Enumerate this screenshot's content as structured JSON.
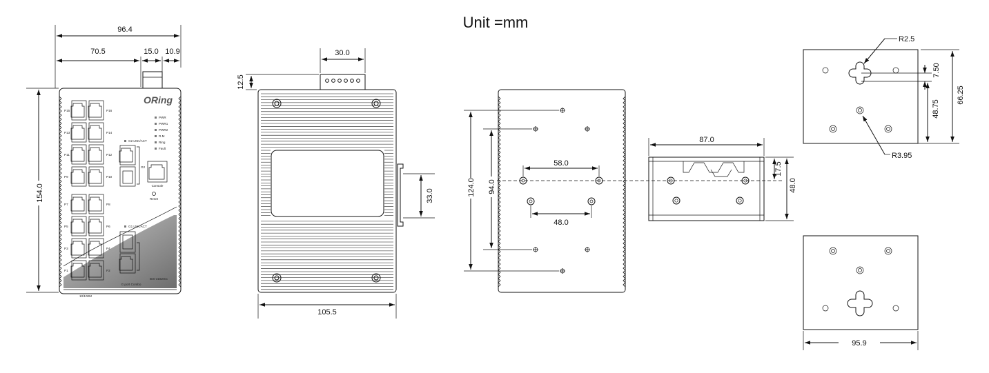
{
  "title": "Unit =mm",
  "front_view": {
    "dims": {
      "total_width": "96.4",
      "body_width": "70.5",
      "connector_width": "15.0",
      "connector_offset": "10.9",
      "height": "154.0"
    },
    "brand": "ORing",
    "model": "IES-3162GC",
    "ports_left": [
      "P15",
      "P13",
      "P11",
      "P9",
      "P7",
      "P5",
      "P3",
      "P1"
    ],
    "ports_right": [
      "P16",
      "P14",
      "P12",
      "P10",
      "P8",
      "P6",
      "P4",
      "P2"
    ],
    "leds": [
      "PWR",
      "PWR1",
      "PWR2",
      "R.M",
      "Ring",
      "Fault"
    ],
    "g_labels": [
      "G2 LNK/ACT",
      "G1 LNK/ACT"
    ],
    "g2_label": "G2",
    "console_label": "Console",
    "reset_label": "Reset",
    "speed_label": "10/100M",
    "combo_label": "G port Combo"
  },
  "side_view": {
    "dims": {
      "terminal_width": "30.0",
      "terminal_height": "12.5",
      "clip_height": "33.0",
      "width": "105.5"
    }
  },
  "rear_view": {
    "dims": {
      "outer_hole_spacing": "124.0",
      "inner_hole_spacing": "94.0",
      "upper_pair": "58.0",
      "lower_pair": "48.0"
    }
  },
  "din_rail": {
    "dims": {
      "width": "87.0",
      "offset": "17.5",
      "height": "48.0"
    }
  },
  "wall_plate": {
    "dims": {
      "slot_radius": "R2.5",
      "slot_offset": "7.50",
      "hole_depth": "48.75",
      "total_depth": "66.25",
      "hole_radius": "R3.95",
      "width": "95.9"
    }
  }
}
